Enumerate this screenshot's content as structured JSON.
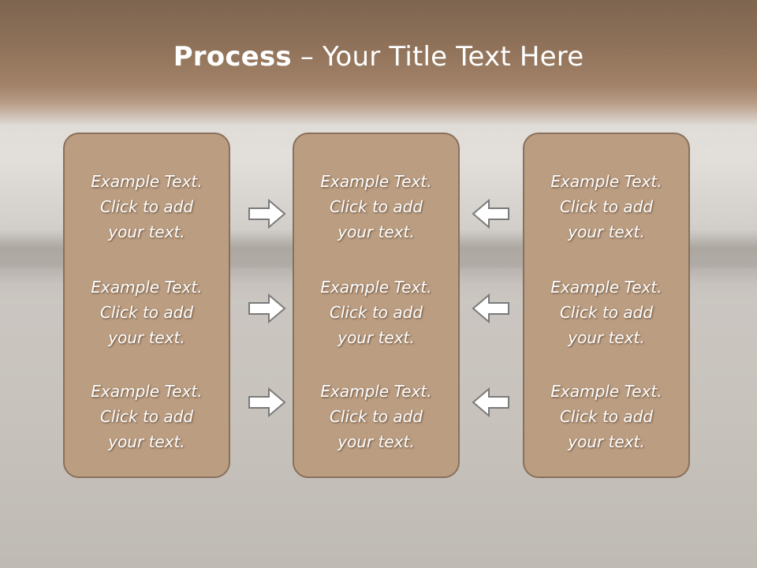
{
  "slide": {
    "title_strong": "Process",
    "title_rest": " – Your Title Text Here"
  },
  "panels": [
    {
      "blocks": [
        {
          "line1": "Example Text.",
          "line2": "Click  to add",
          "line3": "your text."
        },
        {
          "line1": "Example Text.",
          "line2": "Click  to add",
          "line3": "your text."
        },
        {
          "line1": "Example Text.",
          "line2": "Click  to add",
          "line3": "your text."
        }
      ]
    },
    {
      "blocks": [
        {
          "line1": "Example Text.",
          "line2": "Click  to add",
          "line3": "your text."
        },
        {
          "line1": "Example Text.",
          "line2": "Click  to add",
          "line3": "your text."
        },
        {
          "line1": "Example Text.",
          "line2": "Click  to add",
          "line3": "your text."
        }
      ]
    },
    {
      "blocks": [
        {
          "line1": "Example Text.",
          "line2": "Click  to add",
          "line3": "your text."
        },
        {
          "line1": "Example Text.",
          "line2": "Click  to add",
          "line3": "your text."
        },
        {
          "line1": "Example Text.",
          "line2": "Click  to add",
          "line3": "your text."
        }
      ]
    }
  ],
  "arrows": {
    "left_column_direction": "right",
    "right_column_direction": "left",
    "icon": "outline-arrow-icon"
  },
  "colors": {
    "header_brown": "#8f7259",
    "panel_fill": "#bb9d81",
    "panel_border": "#8a705c",
    "text": "#ffffff"
  }
}
